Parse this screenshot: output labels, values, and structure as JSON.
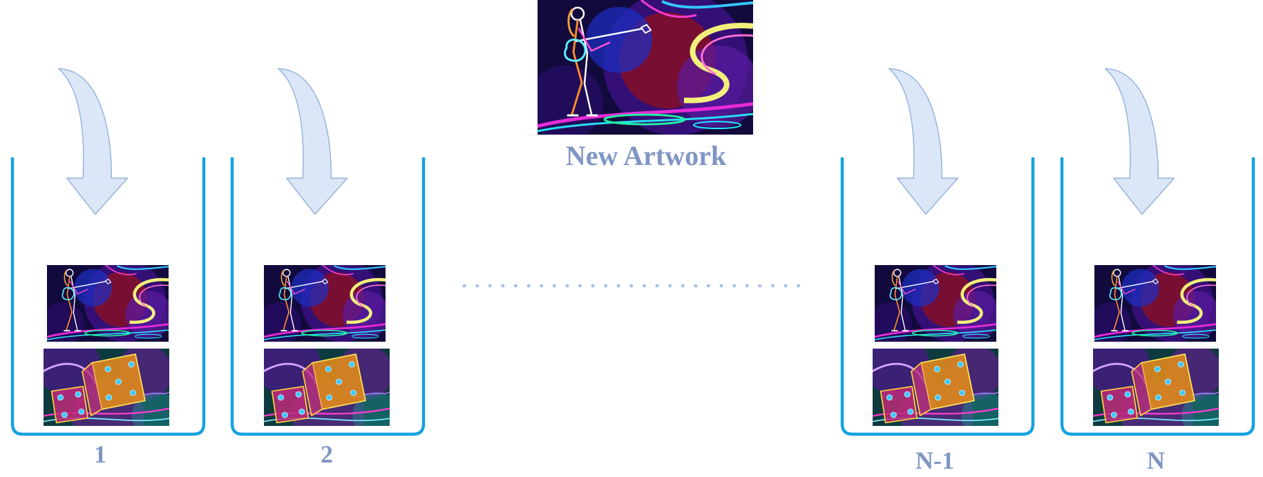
{
  "new_artwork": {
    "title": "New Artwork",
    "thumbnail": "neon-guitarist-icon"
  },
  "buckets": [
    {
      "label": "1",
      "items": [
        "neon-guitarist-icon",
        "neon-dice-icon"
      ]
    },
    {
      "label": "2",
      "items": [
        "neon-guitarist-icon",
        "neon-dice-icon"
      ]
    },
    {
      "label": "N-1",
      "items": [
        "neon-guitarist-icon",
        "neon-dice-icon"
      ]
    },
    {
      "label": "N",
      "items": [
        "neon-guitarist-icon",
        "neon-dice-icon"
      ]
    }
  ],
  "colors": {
    "bucket_stroke": "#14a3e0",
    "arrow_fill": "#dbe7f7",
    "arrow_stroke": "#8fb0d9",
    "label_text": "#7f96c4",
    "ellipsis_dots": "#a6c2ea"
  }
}
